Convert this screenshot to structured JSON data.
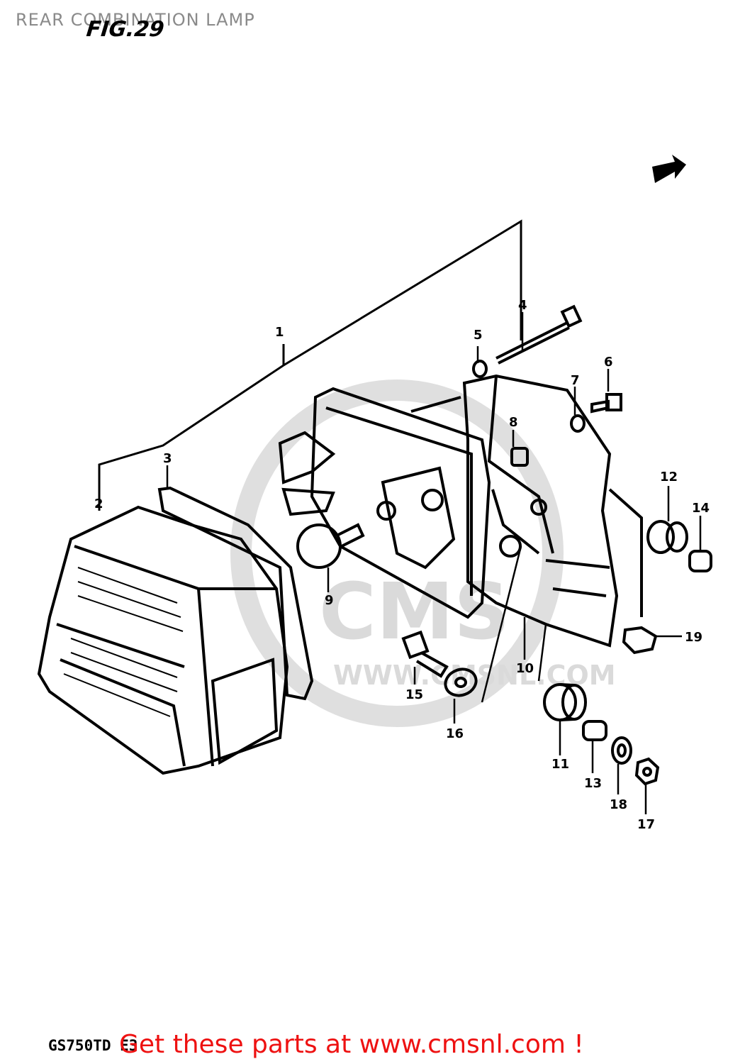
{
  "page": {
    "title": "REAR COMBINATION LAMP",
    "figure_label": "FIG.29",
    "model_label": "GS750TD E3",
    "footer_link": "Get these parts at www.cmsnl.com !",
    "footer_color": "#ee1111"
  },
  "watermark": {
    "brand": "CMS",
    "url": "WWW.CMSNL.COM"
  },
  "callouts": [
    {
      "id": "1",
      "label": "1"
    },
    {
      "id": "2",
      "label": "2"
    },
    {
      "id": "3",
      "label": "3"
    },
    {
      "id": "4",
      "label": "4"
    },
    {
      "id": "5",
      "label": "5"
    },
    {
      "id": "6",
      "label": "6"
    },
    {
      "id": "7",
      "label": "7"
    },
    {
      "id": "8",
      "label": "8"
    },
    {
      "id": "9",
      "label": "9"
    },
    {
      "id": "10",
      "label": "10"
    },
    {
      "id": "11",
      "label": "11"
    },
    {
      "id": "12",
      "label": "12"
    },
    {
      "id": "13",
      "label": "13"
    },
    {
      "id": "14",
      "label": "14"
    },
    {
      "id": "15",
      "label": "15"
    },
    {
      "id": "16",
      "label": "16"
    },
    {
      "id": "17",
      "label": "17"
    },
    {
      "id": "18",
      "label": "18"
    },
    {
      "id": "19",
      "label": "19"
    }
  ],
  "icons": {
    "forward_arrow": "direction-arrow-icon"
  }
}
